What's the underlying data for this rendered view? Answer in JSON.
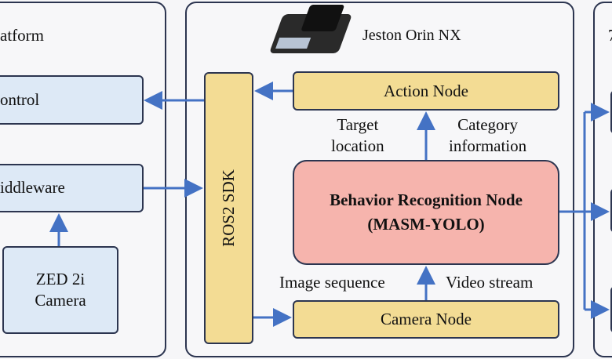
{
  "left_panel": {
    "title": "atform",
    "control": "ontrol",
    "middleware": "iddleware",
    "camera": "ZED 2i\nCamera"
  },
  "middle_panel": {
    "title": "Jeston Orin NX",
    "ros2": "ROS2 SDK",
    "action_node": "Action Node",
    "target_location": "Target\nlocation",
    "category_information": "Category\ninformation",
    "behavior_node": "Behavior Recognition Node",
    "behavior_model": "(MASM-YOLO)",
    "image_sequence": "Image sequence",
    "video_stream": "Video stream",
    "camera_node": "Camera Node"
  },
  "right_panel": {
    "title": "7"
  },
  "colors": {
    "arrow": "#4472c4",
    "border": "#2c3550",
    "blue_box": "#dde9f6",
    "yellow_box": "#f3dc94",
    "pink_box": "#f6b4ad"
  }
}
